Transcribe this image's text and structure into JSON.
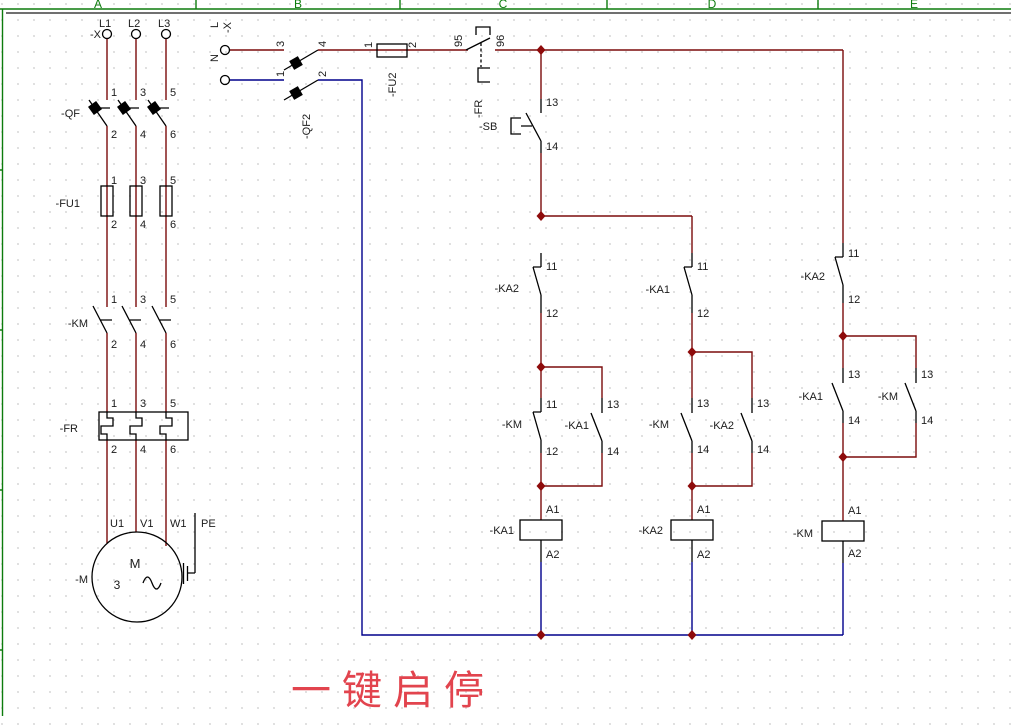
{
  "frame": {
    "columns": [
      "A",
      "B",
      "C",
      "D",
      "E"
    ]
  },
  "title": {
    "text": "一键启停"
  },
  "colors": {
    "phase_wire": "#7b0b0b",
    "neutral_wire": "#00008c",
    "junction": "#8e0b0b",
    "symbol": "#000000",
    "border_green": "#0d7c0d",
    "title_red": "#e2444e"
  },
  "power": {
    "terminal_block": "-X",
    "phase_labels": [
      "L1",
      "L2",
      "L3"
    ],
    "breaker": {
      "label": "-QF",
      "pins_top": [
        "1",
        "3",
        "5"
      ],
      "pins_bottom": [
        "2",
        "4",
        "6"
      ]
    },
    "fuse": {
      "label": "-FU1",
      "pins_top": [
        "1",
        "3",
        "5"
      ],
      "pins_bottom": [
        "2",
        "4",
        "6"
      ]
    },
    "contactor": {
      "label": "-KM",
      "pins_top": [
        "1",
        "3",
        "5"
      ],
      "pins_bottom": [
        "2",
        "4",
        "6"
      ]
    },
    "thermal": {
      "label": "-FR",
      "pins_top": [
        "1",
        "3",
        "5"
      ],
      "pins_bottom": [
        "2",
        "4",
        "6"
      ]
    },
    "motor": {
      "label": "-M",
      "letter": "M",
      "phase_count": "3",
      "terminals": [
        "U1",
        "V1",
        "W1",
        "PE"
      ]
    }
  },
  "control": {
    "supply": {
      "terminal_block": "-X",
      "line": "L",
      "neutral": "N"
    },
    "breaker": {
      "label": "-QF2",
      "pins": [
        "3",
        "4",
        "1",
        "2"
      ]
    },
    "fuse": {
      "label": "-FU2",
      "pins": [
        "1",
        "2"
      ]
    },
    "overload": {
      "label": "-FR",
      "pins": [
        "95",
        "96"
      ]
    },
    "button": {
      "label": "-SB",
      "pins": [
        "13",
        "14"
      ]
    },
    "branch1": {
      "nc": {
        "label": "-KA2",
        "pin_top": "11",
        "pin_bottom": "12"
      },
      "left": {
        "label": "-KM",
        "pin_top": "11",
        "pin_bottom": "12"
      },
      "right": {
        "label": "-KA1",
        "pin_top": "13",
        "pin_bottom": "14"
      },
      "coil": {
        "label": "-KA1",
        "pin_top": "A1",
        "pin_bottom": "A2"
      }
    },
    "branch2": {
      "nc": {
        "label": "-KA1",
        "pin_top": "11",
        "pin_bottom": "12"
      },
      "left": {
        "label": "-KM",
        "pin_top": "13",
        "pin_bottom": "14"
      },
      "right": {
        "label": "-KA2",
        "pin_top": "13",
        "pin_bottom": "14"
      },
      "coil": {
        "label": "-KA2",
        "pin_top": "A1",
        "pin_bottom": "A2"
      }
    },
    "branch3": {
      "nc": {
        "label": "-KA2",
        "pin_top": "11",
        "pin_bottom": "12"
      },
      "left": {
        "label": "-KA1",
        "pin_top": "13",
        "pin_bottom": "14"
      },
      "right": {
        "label": "-KM",
        "pin_top": "13",
        "pin_bottom": "14"
      },
      "coil": {
        "label": "-KM",
        "pin_top": "A1",
        "pin_bottom": "A2"
      }
    }
  }
}
